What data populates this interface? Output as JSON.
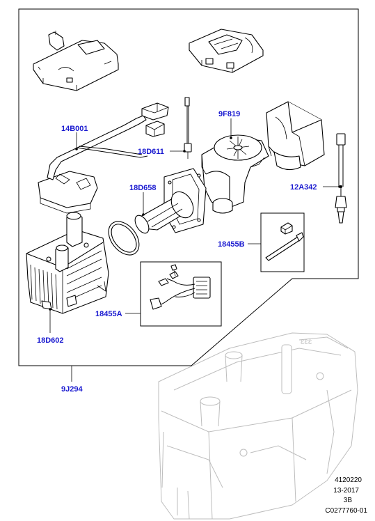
{
  "parts": [
    {
      "id": "14B001",
      "label": "14B001"
    },
    {
      "id": "18D611",
      "label": "18D611"
    },
    {
      "id": "9F819",
      "label": "9F819"
    },
    {
      "id": "18D658",
      "label": "18D658"
    },
    {
      "id": "12A342",
      "label": "12A342"
    },
    {
      "id": "18455B",
      "label": "18455B"
    },
    {
      "id": "18455A",
      "label": "18455A"
    },
    {
      "id": "18D602",
      "label": "18D602"
    },
    {
      "id": "9J294",
      "label": "9J294"
    }
  ],
  "footer": {
    "line1": "4120220",
    "line2": "13-2017",
    "line3": "3B",
    "line4": "C0277760-01"
  }
}
